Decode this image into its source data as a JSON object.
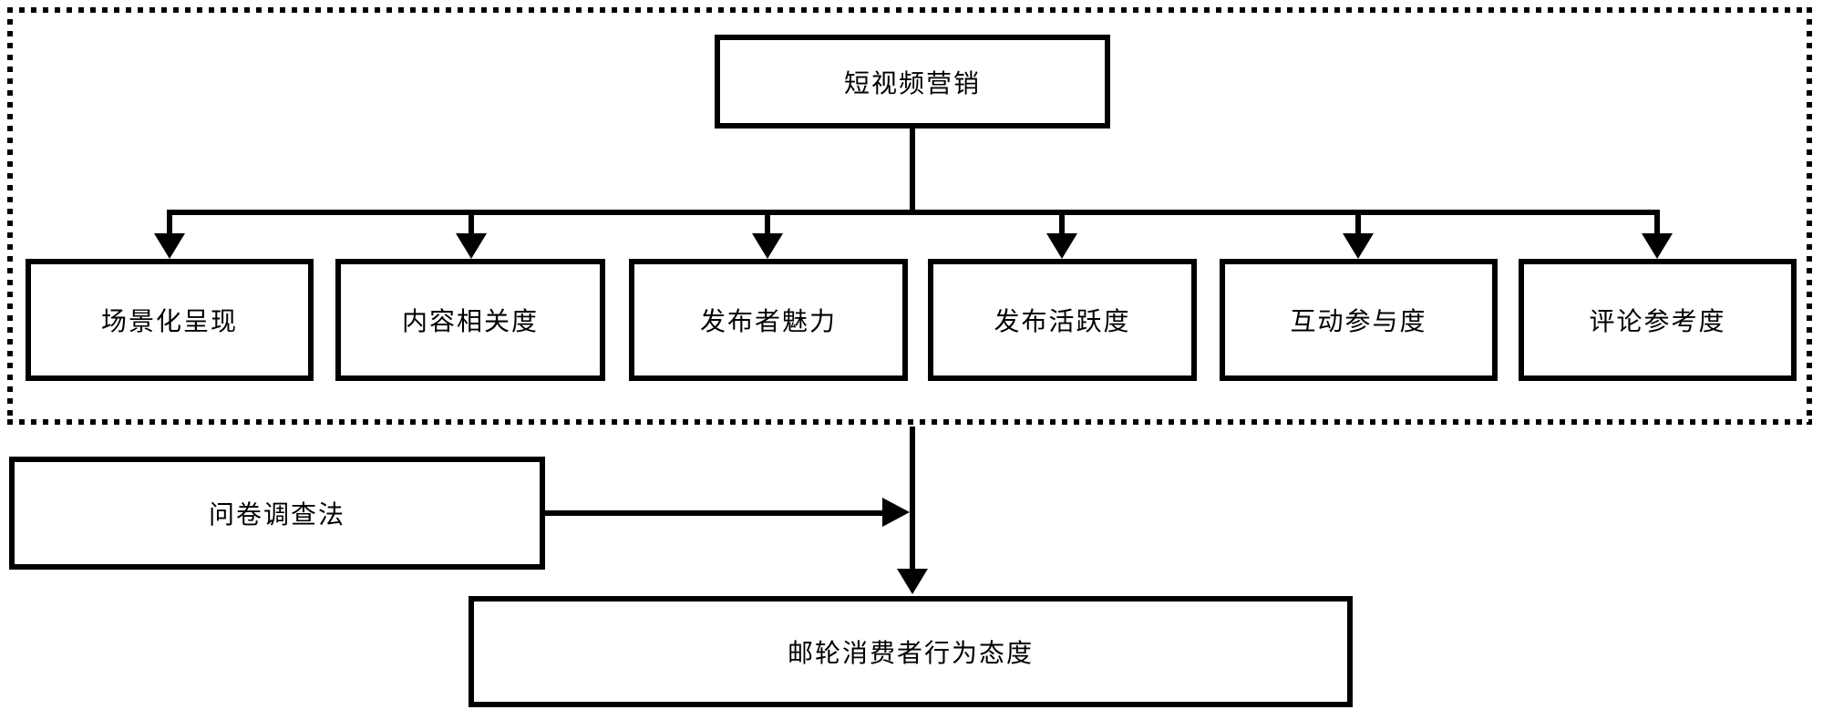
{
  "diagram": {
    "root": {
      "label": "短视频营销"
    },
    "children": [
      {
        "label": "场景化呈现"
      },
      {
        "label": "内容相关度"
      },
      {
        "label": "发布者魅力"
      },
      {
        "label": "发布活跃度"
      },
      {
        "label": "互动参与度"
      },
      {
        "label": "评论参考度"
      }
    ],
    "method": {
      "label": "问卷调查法"
    },
    "outcome": {
      "label": "邮轮消费者行为态度"
    }
  },
  "colors": {
    "line": "#000000",
    "node_fill": "#ffffff",
    "background": "#ffffff"
  }
}
